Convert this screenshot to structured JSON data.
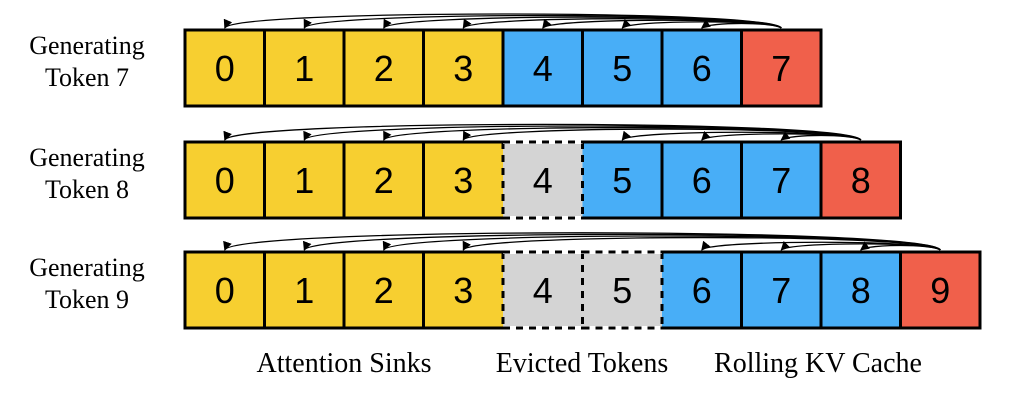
{
  "colors": {
    "sink": "#F7CF30",
    "evicted": "#D4D4D4",
    "rolling": "#48AEF7",
    "current": "#F0604B",
    "border": "#000000"
  },
  "rows": [
    {
      "label_line1": "Generating",
      "label_line2": "Token 7",
      "cells": [
        {
          "num": "0",
          "kind": "sink"
        },
        {
          "num": "1",
          "kind": "sink"
        },
        {
          "num": "2",
          "kind": "sink"
        },
        {
          "num": "3",
          "kind": "sink"
        },
        {
          "num": "4",
          "kind": "rolling"
        },
        {
          "num": "5",
          "kind": "rolling"
        },
        {
          "num": "6",
          "kind": "rolling"
        },
        {
          "num": "7",
          "kind": "current"
        }
      ]
    },
    {
      "label_line1": "Generating",
      "label_line2": "Token 8",
      "cells": [
        {
          "num": "0",
          "kind": "sink"
        },
        {
          "num": "1",
          "kind": "sink"
        },
        {
          "num": "2",
          "kind": "sink"
        },
        {
          "num": "3",
          "kind": "sink"
        },
        {
          "num": "4",
          "kind": "evicted"
        },
        {
          "num": "5",
          "kind": "rolling"
        },
        {
          "num": "6",
          "kind": "rolling"
        },
        {
          "num": "7",
          "kind": "rolling"
        },
        {
          "num": "8",
          "kind": "current"
        }
      ]
    },
    {
      "label_line1": "Generating",
      "label_line2": "Token 9",
      "cells": [
        {
          "num": "0",
          "kind": "sink"
        },
        {
          "num": "1",
          "kind": "sink"
        },
        {
          "num": "2",
          "kind": "sink"
        },
        {
          "num": "3",
          "kind": "sink"
        },
        {
          "num": "4",
          "kind": "evicted"
        },
        {
          "num": "5",
          "kind": "evicted"
        },
        {
          "num": "6",
          "kind": "rolling"
        },
        {
          "num": "7",
          "kind": "rolling"
        },
        {
          "num": "8",
          "kind": "rolling"
        },
        {
          "num": "9",
          "kind": "current"
        }
      ]
    }
  ],
  "legend": {
    "sinks": "Attention Sinks",
    "evicted": "Evicted Tokens",
    "rolling": "Rolling KV Cache"
  }
}
